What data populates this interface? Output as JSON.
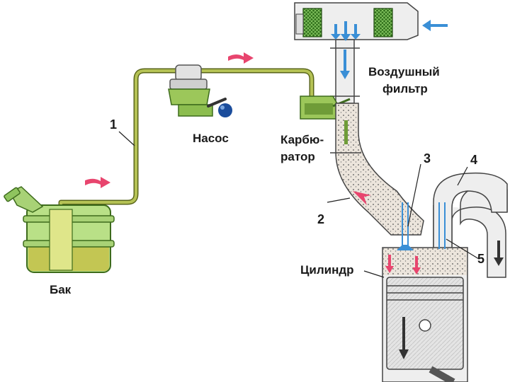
{
  "labels": {
    "tank": "Бак",
    "pump": "Насос",
    "carb_line1": "Карбю-",
    "carb_line2": "ратор",
    "air_filter_line1": "Воздушный",
    "air_filter_line2": "фильтр",
    "cylinder": "Цилиндр"
  },
  "callouts": {
    "fuel_line": "1",
    "intake_manifold": "2",
    "intake_valve": "3",
    "exhaust_pipe": "4",
    "exhaust_valve": "5"
  },
  "colors": {
    "fuel_line": "#b5c255",
    "fuel_line_outline": "#59651a",
    "tank_body": "#b9e087",
    "tank_fuel": "#c4c14a",
    "carb_green": "#9cc75a",
    "filter_element": "#2f6e1a",
    "air_housing": "#eeeeee",
    "air_arrow": "#3a8fd6",
    "fuel_arrow": "#e8456e",
    "mixture": "#ece5dc",
    "cylinder": "#eeeeee",
    "piston": "#e0e0e0",
    "pump_knob": "#1b4d9c"
  },
  "icons": [
    "air-flow-arrow",
    "fuel-flow-arrow",
    "piston-down-arrow",
    "exhaust-arrow"
  ]
}
